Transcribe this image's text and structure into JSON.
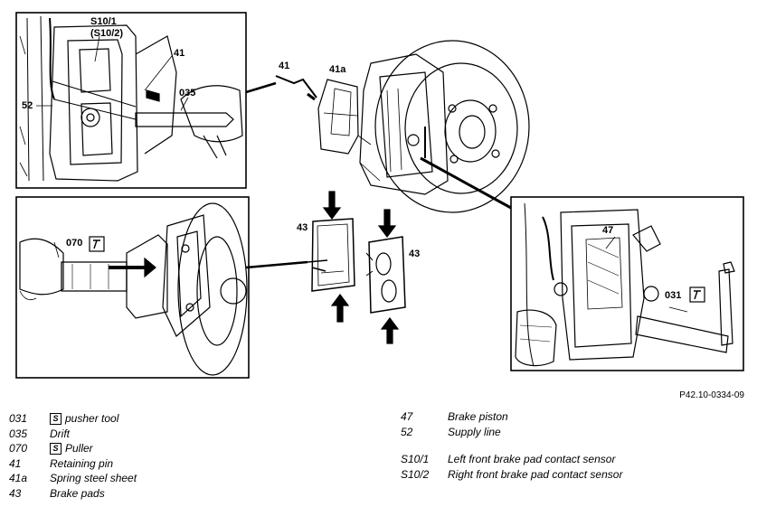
{
  "figure": {
    "reference": "P42.10-0334-09",
    "callouts": {
      "s10_1": "S10/1",
      "s10_2": "(S10/2)",
      "c41_top": "41",
      "c52": "52",
      "c035": "035",
      "c41_center": "41",
      "c41a": "41a",
      "c070": "070",
      "c43_left": "43",
      "c43_right": "43",
      "c47": "47",
      "c031": "031"
    },
    "tool_icon": "wrench-icon"
  },
  "legend": {
    "left": [
      {
        "code": "031",
        "label": "pusher tool",
        "tool_icon": true
      },
      {
        "code": "035",
        "label": "Drift",
        "tool_icon": false
      },
      {
        "code": "070",
        "label": "Puller",
        "tool_icon": true
      },
      {
        "code": "41",
        "label": "Retaining pin",
        "tool_icon": false
      },
      {
        "code": "41a",
        "label": "Spring steel sheet",
        "tool_icon": false
      },
      {
        "code": "43",
        "label": "Brake pads",
        "tool_icon": false
      }
    ],
    "right": [
      {
        "code": "47",
        "label": "Brake piston"
      },
      {
        "code": "52",
        "label": "Supply line"
      },
      {
        "code": "S10/1",
        "label": "Left front brake pad contact sensor"
      },
      {
        "code": "S10/2",
        "label": "Right front brake pad contact sensor"
      }
    ]
  }
}
